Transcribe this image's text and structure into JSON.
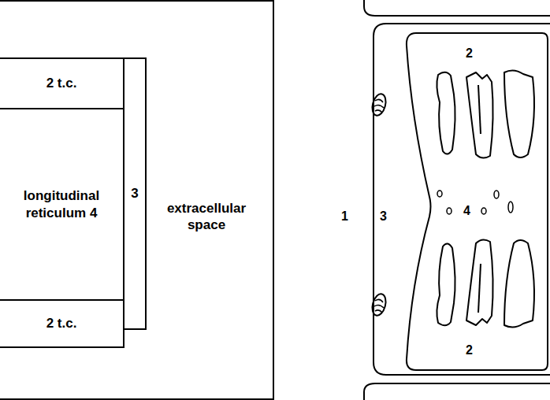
{
  "diagram": {
    "nodes": [
      {
        "text": [
          "extracellular space"
        ]
      },
      {
        "text": [
          "2 t.c."
        ],
        "in": 0
      },
      {
        "text": [
          "longitudinal reticulum 4"
        ],
        "in": 0
      },
      {
        "text": [
          "2 t.c."
        ],
        "in": 0
      },
      {
        "text": [
          "3"
        ],
        "in": 0
      }
    ],
    "labels": [
      "2",
      "1",
      "3",
      "4",
      "2"
    ]
  }
}
